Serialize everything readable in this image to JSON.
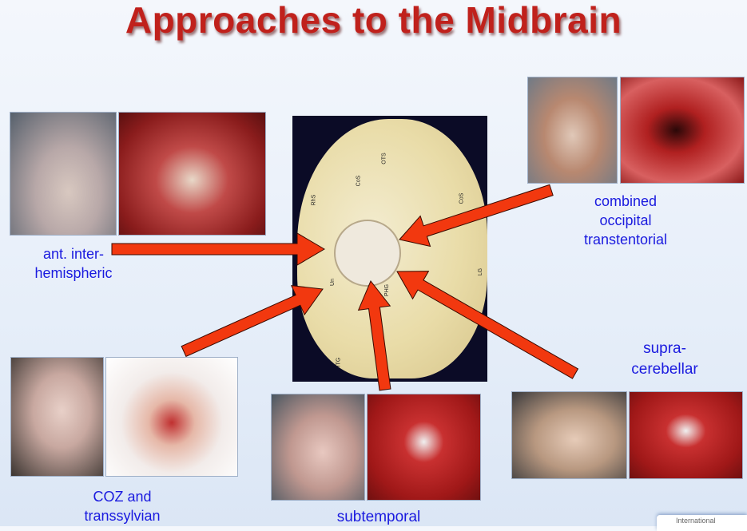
{
  "slide": {
    "title": "Approaches to the Midbrain",
    "brain_labels": [
      "OTS",
      "CoS",
      "RhS",
      "CoS",
      "Un",
      "PHG",
      "LG",
      "ITG"
    ],
    "approaches": [
      {
        "id": "ant-interhemispheric",
        "caption": "ant. inter-\nhemispheric"
      },
      {
        "id": "combined-occipital-transtentorial",
        "caption": "combined\noccipital\ntranstentorial"
      },
      {
        "id": "coz-transsylvian",
        "caption": "COZ and\ntranssylvian"
      },
      {
        "id": "subtemporal",
        "caption": "subtemporal"
      },
      {
        "id": "supracerebellar",
        "caption": "supra-\ncerebellar"
      }
    ],
    "logo_text": "International",
    "arrow_color": "#f2380f"
  }
}
